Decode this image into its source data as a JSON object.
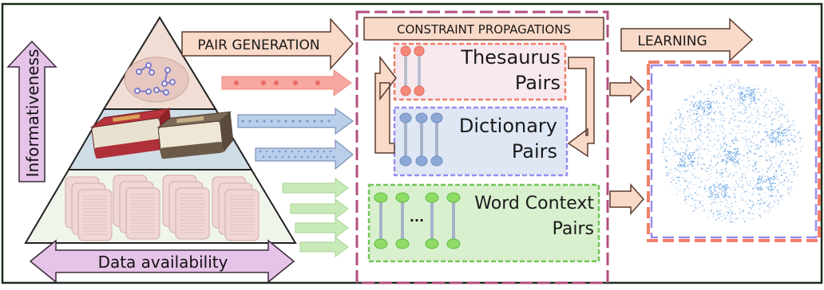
{
  "labels": {
    "informativeness": "Informativeness",
    "data_availability": "Data availability",
    "pair_generation": "PAIR GENERATION",
    "constraint_propagations": "CONSTRAINT PROPAGATIONS",
    "learning": "LEARNING"
  },
  "boxes": {
    "thesaurus": [
      "Thesaurus",
      "Pairs"
    ],
    "dictionary": [
      "Dictionary",
      "Pairs"
    ],
    "word_context": [
      "Word Context",
      "Pairs"
    ],
    "ellipsis": "..."
  },
  "colors": {
    "arrow_fill": "#f9d9c8",
    "arrow_stroke": "#5a3b2e",
    "purple_label": "#e6c3e8",
    "dashed_frame": "#b0507f",
    "thesaurus_fill": "#f7e9ee",
    "thesaurus_border": "#f07f6a",
    "thesaurus_node": "#f4897b",
    "dictionary_fill": "#dfe7f4",
    "dictionary_border": "#9a8cf0",
    "dictionary_node": "#8ea8d6",
    "context_fill": "#d9f0cf",
    "context_border": "#74c45a",
    "context_node": "#8edc66",
    "pyramid_top": "#f0ddd4",
    "pyramid_mid": "#cfdde6",
    "pyramid_bottom": "#f0f5ec",
    "scatter": "#7fb1e3"
  },
  "icons": [
    "books-icon",
    "documents-icon",
    "graph-icon",
    "point-cloud-icon"
  ]
}
